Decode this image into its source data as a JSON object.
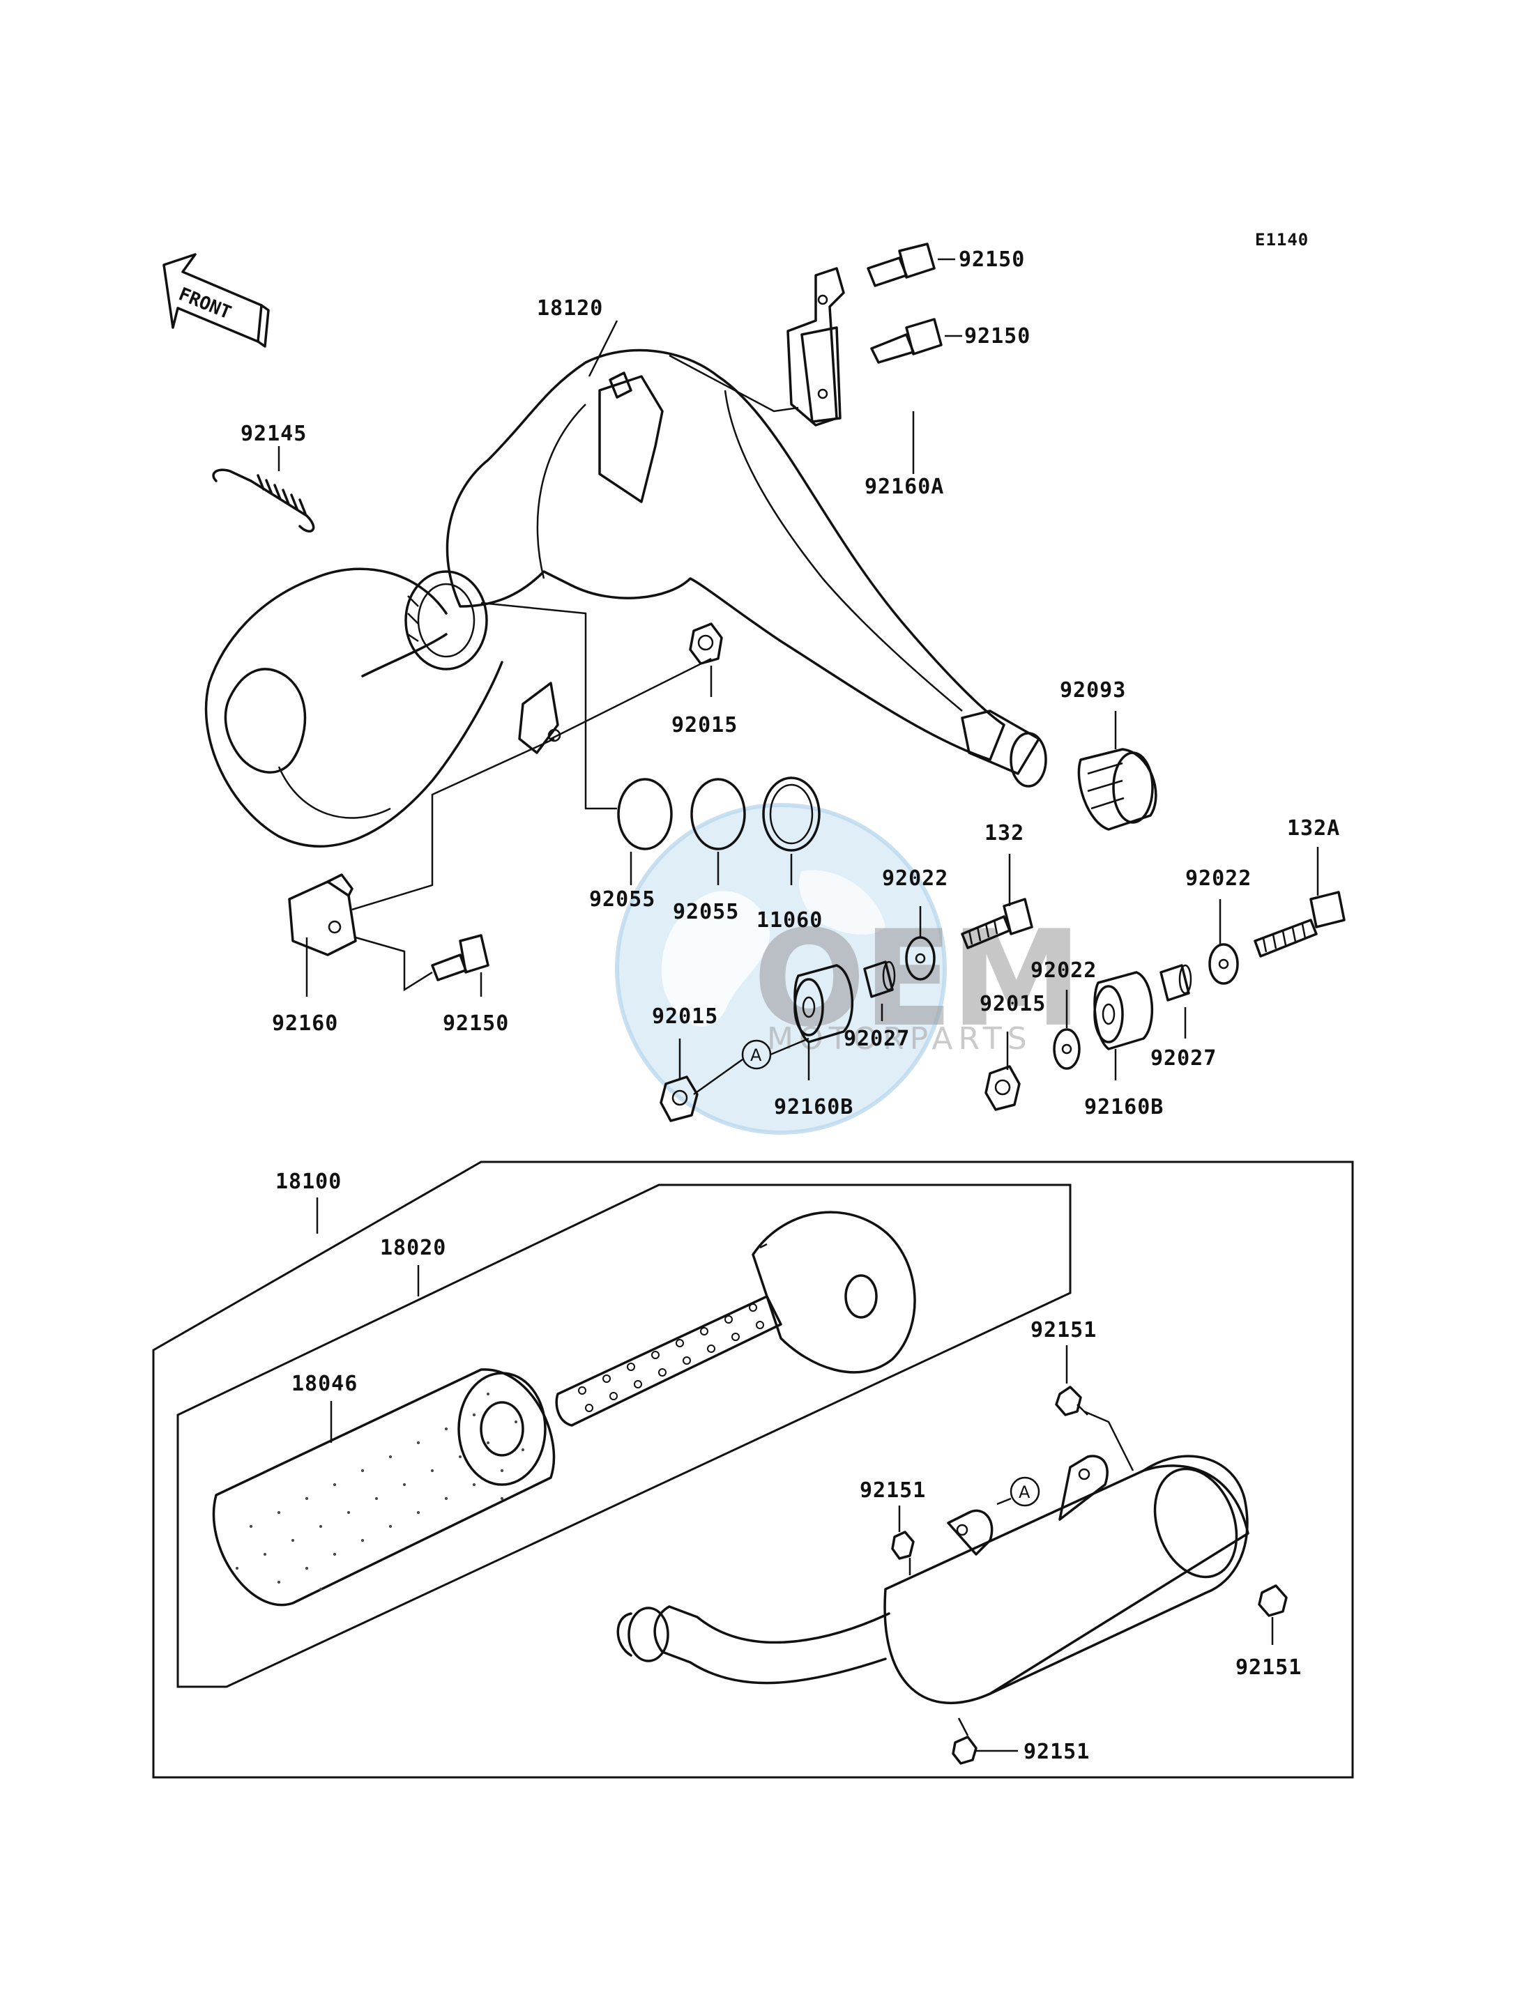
{
  "diagram_code": "E1140",
  "front_label": "FRONT",
  "watermark": {
    "brand": "OEM",
    "sub": "MOTORPARTS"
  },
  "callout_letter": "A",
  "labels": {
    "p18120": "18120",
    "p92150_top": "92150",
    "p92150_mid": "92150",
    "p92145": "92145",
    "p92160A": "92160A",
    "p92015_upper": "92015",
    "p92093": "92093",
    "p132": "132",
    "p132A": "132A",
    "p92022_left": "92022",
    "p92022_right": "92022",
    "p92022_mid": "92022",
    "p92055_a": "92055",
    "p92055_b": "92055",
    "p11060": "11060",
    "p92160": "92160",
    "p92150_low": "92150",
    "p92015_left": "92015",
    "p92015_mid": "92015",
    "p92027_left": "92027",
    "p92027_right": "92027",
    "p92160B_left": "92160B",
    "p92160B_right": "92160B",
    "p18100": "18100",
    "p18020": "18020",
    "p18046": "18046",
    "p92151_top": "92151",
    "p92151_left": "92151",
    "p92151_right": "92151",
    "p92151_bottom": "92151"
  }
}
